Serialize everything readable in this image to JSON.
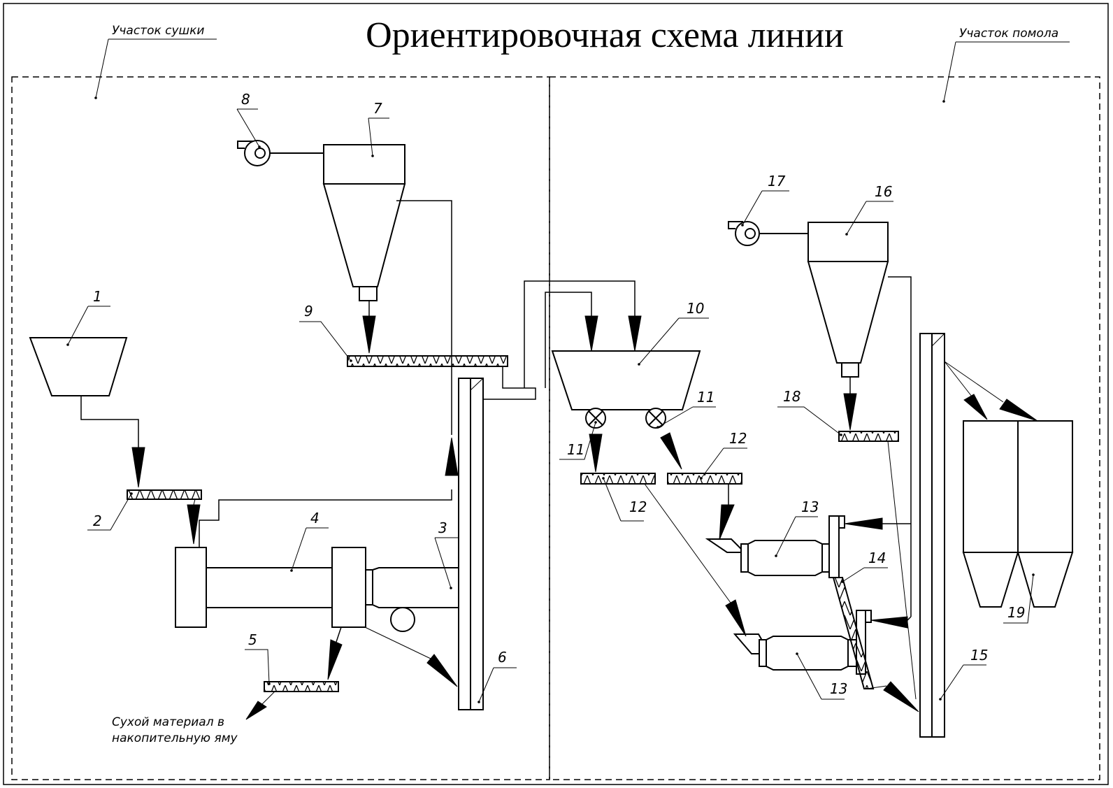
{
  "title": "Ориентировочная схема линии",
  "zones": {
    "drying": "Участок сушки",
    "grinding": "Участок помола"
  },
  "note": {
    "line1": "Сухой материал в",
    "line2": "накопительную яму"
  },
  "labels": {
    "n1": "1",
    "n2": "2",
    "n3": "3",
    "n4": "4",
    "n5": "5",
    "n6": "6",
    "n7": "7",
    "n8": "8",
    "n9": "9",
    "n10": "10",
    "n11a": "11",
    "n11b": "11",
    "n12a": "12",
    "n12b": "12",
    "n13a": "13",
    "n13b": "13",
    "n14": "14",
    "n15": "15",
    "n16": "16",
    "n17": "17",
    "n18": "18",
    "n19": "19"
  }
}
